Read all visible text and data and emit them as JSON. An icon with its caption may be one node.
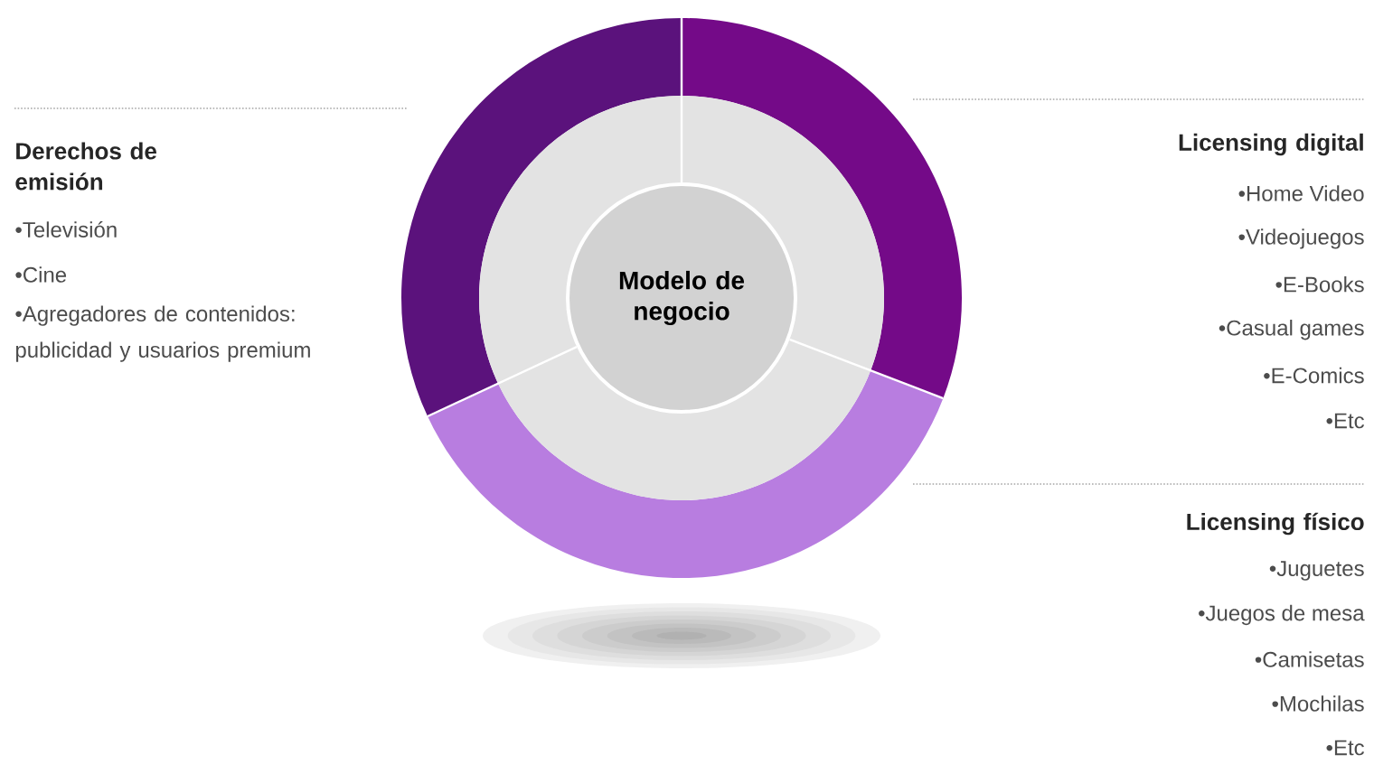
{
  "diagram": {
    "nodes": [
      {
        "text": [
          "Modelo de negocio"
        ]
      }
    ],
    "labels": [
      "Derechos de emisión",
      "•Televisión",
      "•Cine",
      "•Agregadores de contenidos: publicidad y usuarios premium",
      "Licensing digital",
      "•Home Video",
      "•Videojuegos",
      "•E-Books",
      "•Casual games",
      "•E-Comics",
      "•Etc",
      "Licensing físico",
      "•Juguetes",
      "•Juegos de mesa",
      "•Camisetas",
      "•Mochilas",
      "•Etc"
    ]
  }
}
